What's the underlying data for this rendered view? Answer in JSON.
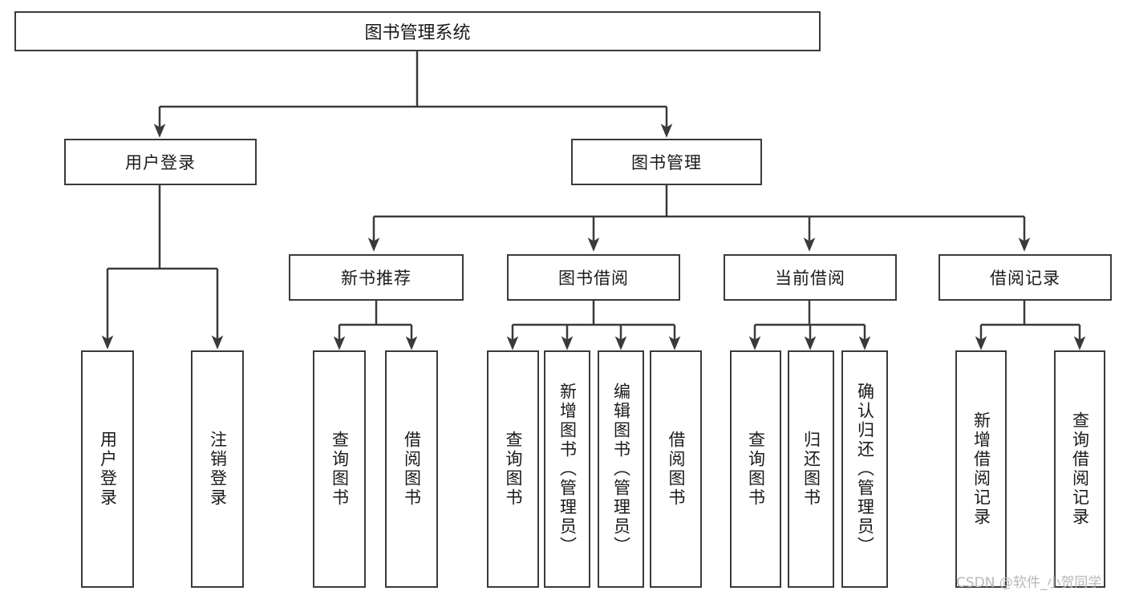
{
  "diagram": {
    "type": "tree",
    "title": "图书管理系统",
    "watermark": "CSDN @软件_小贺同学",
    "colors": {
      "background": "#ffffff",
      "stroke": "#3a3a3a",
      "text": "#1a1a1a",
      "watermark": "#b8b8b8"
    },
    "root": {
      "label": "图书管理系统"
    },
    "level2": [
      {
        "label": "用户登录"
      },
      {
        "label": "图书管理"
      }
    ],
    "level3": [
      {
        "label": "新书推荐"
      },
      {
        "label": "图书借阅"
      },
      {
        "label": "当前借阅"
      },
      {
        "label": "借阅记录"
      }
    ],
    "leaves": {
      "user_login": [
        {
          "label": "用户登录"
        },
        {
          "label": "注销登录"
        }
      ],
      "new_book_recommend": [
        {
          "label": "查询图书"
        },
        {
          "label": "借阅图书"
        }
      ],
      "book_borrow": [
        {
          "label": "查询图书"
        },
        {
          "label": "新增图书（管理员）"
        },
        {
          "label": "编辑图书（管理员）"
        },
        {
          "label": "借阅图书"
        }
      ],
      "current_borrow": [
        {
          "label": "查询图书"
        },
        {
          "label": "归还图书"
        },
        {
          "label": "确认归还（管理员）"
        }
      ],
      "borrow_records": [
        {
          "label": "新增借阅记录"
        },
        {
          "label": "查询借阅记录"
        }
      ]
    }
  }
}
